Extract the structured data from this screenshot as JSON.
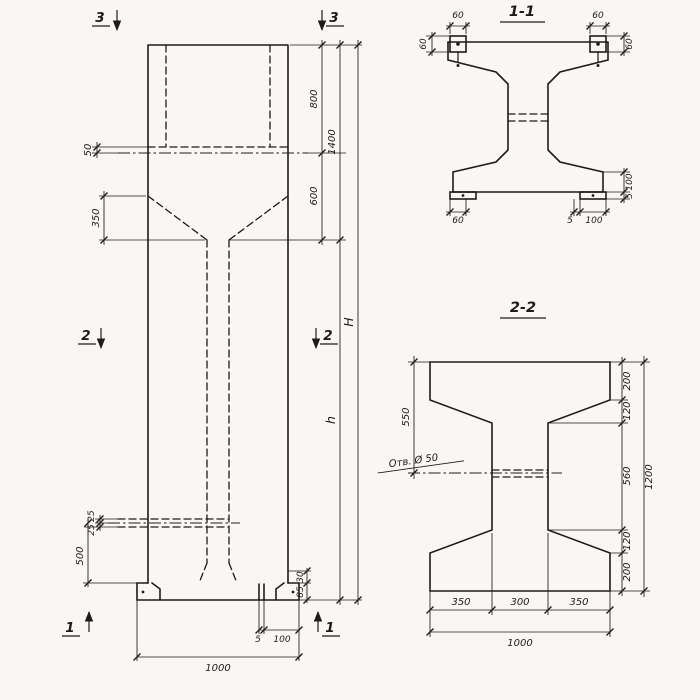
{
  "page": {
    "background": "#f8f7f4",
    "ink": "#1c1c1c"
  },
  "elevation": {
    "markers": {
      "m3_left": "3",
      "m3_right": "3",
      "m2_left": "2",
      "m2_right": "2",
      "m1_left": "1",
      "m1_right": "1"
    },
    "dims": {
      "d50": "50",
      "d350": "350",
      "d800": "800",
      "d600": "600",
      "d1400": "1400",
      "dH": "H",
      "dh": "h",
      "d25a": "25",
      "d25b": "25",
      "d500": "500",
      "d30": "30",
      "d85": "85",
      "d5": "5",
      "d100": "100",
      "d1000": "1000"
    }
  },
  "section11": {
    "title": "1-1",
    "dims": {
      "d60_top_left": "60",
      "d60_top_right": "60",
      "d60_left": "60",
      "d60_right": "60",
      "d60_bottom": "60",
      "d5_bottom": "5",
      "d100_bottom": "100",
      "d100_right": "100",
      "d5_right": "5"
    }
  },
  "section22": {
    "title": "2-2",
    "hole_label": "Отв. Ø 50",
    "dims": {
      "d550": "550",
      "d200_top": "200",
      "d120_top": "120",
      "d560": "560",
      "d120_bottom": "120",
      "d200_bottom": "200",
      "d1200": "1200",
      "d350_left": "350",
      "d300": "300",
      "d350_right": "350",
      "d1000": "1000"
    }
  }
}
